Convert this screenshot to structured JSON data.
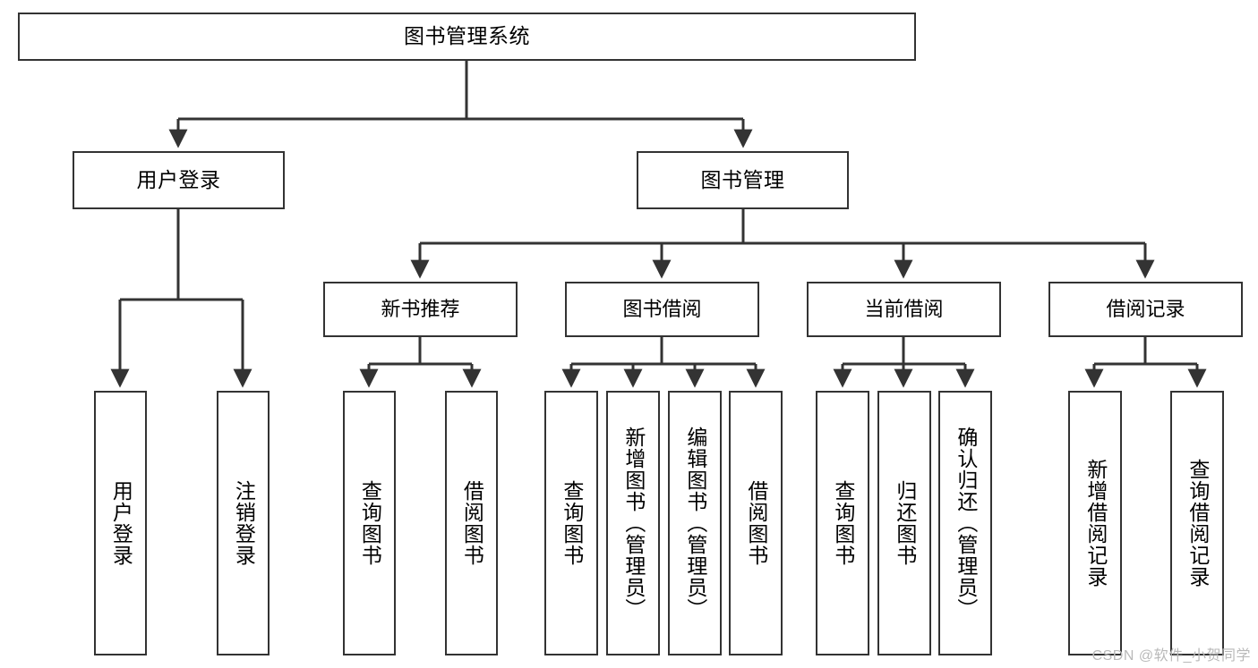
{
  "diagram": {
    "title": "图书管理系统",
    "style": {
      "box_border_color": "#333333",
      "box_fill_color": "#ffffff",
      "edge_color": "#333333",
      "text_color": "#000000",
      "background": "#ffffff"
    },
    "root": {
      "label": "图书管理系统"
    },
    "level2": [
      {
        "label": "用户登录"
      },
      {
        "label": "图书管理"
      }
    ],
    "level3": [
      {
        "label": "新书推荐"
      },
      {
        "label": "图书借阅"
      },
      {
        "label": "当前借阅"
      },
      {
        "label": "借阅记录"
      }
    ],
    "leaves": {
      "user_login": [
        {
          "label": "用户登录"
        },
        {
          "label": "注销登录"
        }
      ],
      "new_book_recommend": [
        {
          "label": "查询图书"
        },
        {
          "label": "借阅图书"
        }
      ],
      "book_borrow": [
        {
          "label": "查询图书"
        },
        {
          "label": "新增图书（管理员）"
        },
        {
          "label": "编辑图书（管理员）"
        },
        {
          "label": "借阅图书"
        }
      ],
      "current_borrow": [
        {
          "label": "查询图书"
        },
        {
          "label": "归还图书"
        },
        {
          "label": "确认归还（管理员）"
        }
      ],
      "borrow_record": [
        {
          "label": "新增借阅记录"
        },
        {
          "label": "查询借阅记录"
        }
      ]
    }
  },
  "watermark": {
    "text": "CSDN @软件_小贺同学"
  }
}
